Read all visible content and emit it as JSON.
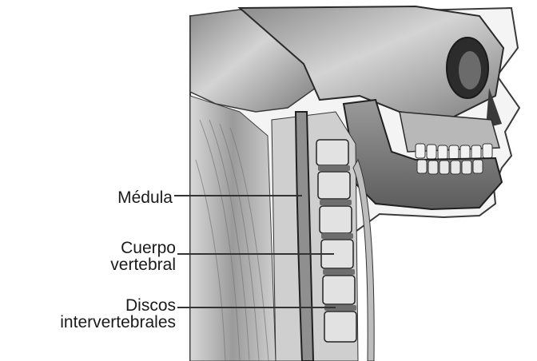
{
  "labels": {
    "medula": "Médula",
    "cuerpo_line1": "Cuerpo",
    "cuerpo_line2": "vertebral",
    "discos_line1": "Discos",
    "discos_line2": "intervertebrales"
  },
  "colors": {
    "background": "#ffffff",
    "bone": "#cfcfcf",
    "bone_shadow": "#6f6f6f",
    "soft_tissue": "#e6e6e6",
    "outline": "#2a2a2a",
    "text": "#1a1a1a"
  }
}
